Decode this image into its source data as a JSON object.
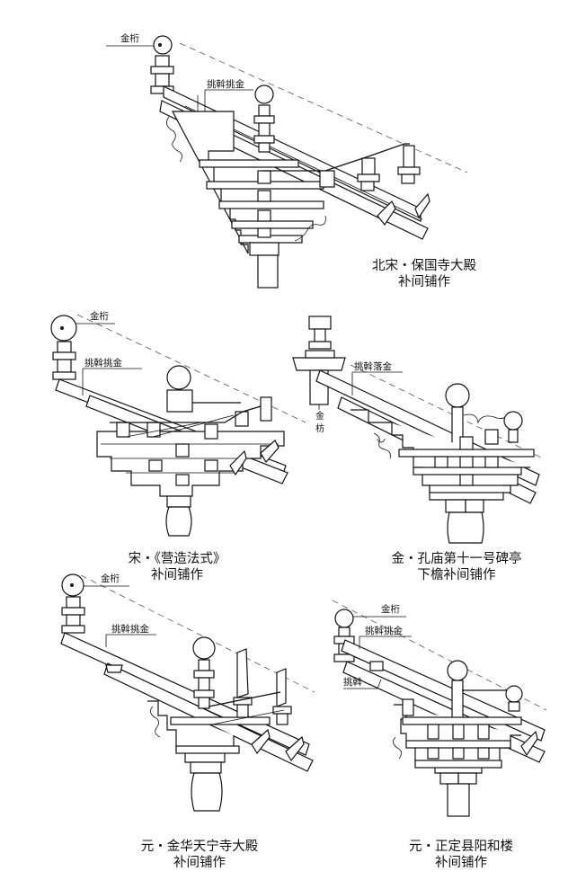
{
  "panels": [
    {
      "id": "northern-song-baoguo",
      "title_line1": "北宋・保国寺大殿",
      "title_line2": "补间铺作",
      "labels": {
        "purlin": "金桁",
        "lever": "挑斡挑金"
      }
    },
    {
      "id": "song-yingzao-fashi",
      "title_line1": "宋・《营造法式》",
      "title_line2": "补间铺作",
      "labels": {
        "purlin": "金桁",
        "lever": "挑斡挑金"
      }
    },
    {
      "id": "jin-confucius-temple",
      "title_line1": "金・孔庙第十一号碑亭",
      "title_line2": "下檐补间铺作",
      "labels": {
        "lever": "挑斡落金",
        "tiebeam_top": "金",
        "tiebeam_bottom": "枋"
      }
    },
    {
      "id": "yuan-jinhua-tianning",
      "title_line1": "元・金华天宁寺大殿",
      "title_line2": "补间铺作",
      "labels": {
        "purlin": "金桁",
        "lever": "挑斡挑金"
      }
    },
    {
      "id": "yuan-zhengding-yanghe",
      "title_line1": "元・正定县阳和楼",
      "title_line2": "补间铺作",
      "labels": {
        "purlin": "金桁",
        "lever": "挑斡挑金",
        "lever_short": "挑斡"
      }
    }
  ]
}
